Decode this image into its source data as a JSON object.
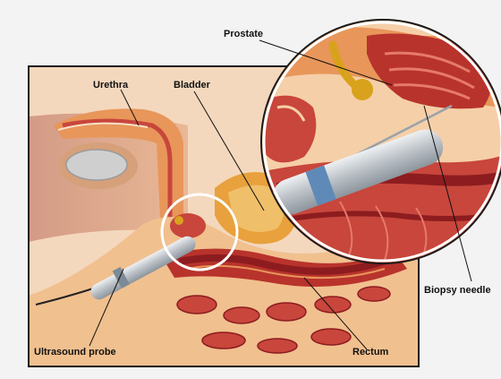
{
  "labels": {
    "prostate": "Prostate",
    "urethra": "Urethra",
    "bladder": "Bladder",
    "biopsy_needle": "Biopsy needle",
    "ultrasound_probe": "Ultrasound probe",
    "rectum": "Rectum"
  },
  "colors": {
    "background": "#f3f3f3",
    "frame": "#1a1a1a",
    "skin": "#f7c9a3",
    "tissue_light": "#f5cfa8",
    "tissue_mid": "#e8965a",
    "tissue_dark": "#b8332c",
    "muscle": "#c8463c",
    "rectum_wall": "#8c1c1f",
    "probe": "#c9ced3",
    "probe_band": "#5f8ab8",
    "gland_yellow": "#d9a21c"
  }
}
